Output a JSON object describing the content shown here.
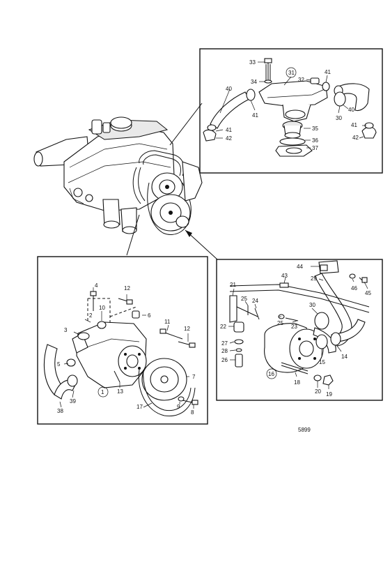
{
  "reference_number": "5899",
  "callouts": {
    "thermostat_panel": [
      "33",
      "31",
      "32",
      "41",
      "34",
      "40",
      "41",
      "40",
      "35",
      "30",
      "41",
      "41",
      "42",
      "36",
      "37",
      "42"
    ],
    "pump_panel": [
      "4",
      "12",
      "2",
      "10",
      "6",
      "3",
      "11",
      "12",
      "5",
      "7",
      "39",
      "1",
      "13",
      "9",
      "17",
      "38",
      "8"
    ],
    "circulation_panel": [
      "44",
      "43",
      "29",
      "46",
      "45",
      "21",
      "25",
      "24",
      "30",
      "25",
      "22",
      "23",
      "27",
      "28",
      "15",
      "14",
      "26",
      "16",
      "18",
      "20",
      "19"
    ]
  },
  "circled_callouts": [
    "31",
    "1",
    "16"
  ]
}
